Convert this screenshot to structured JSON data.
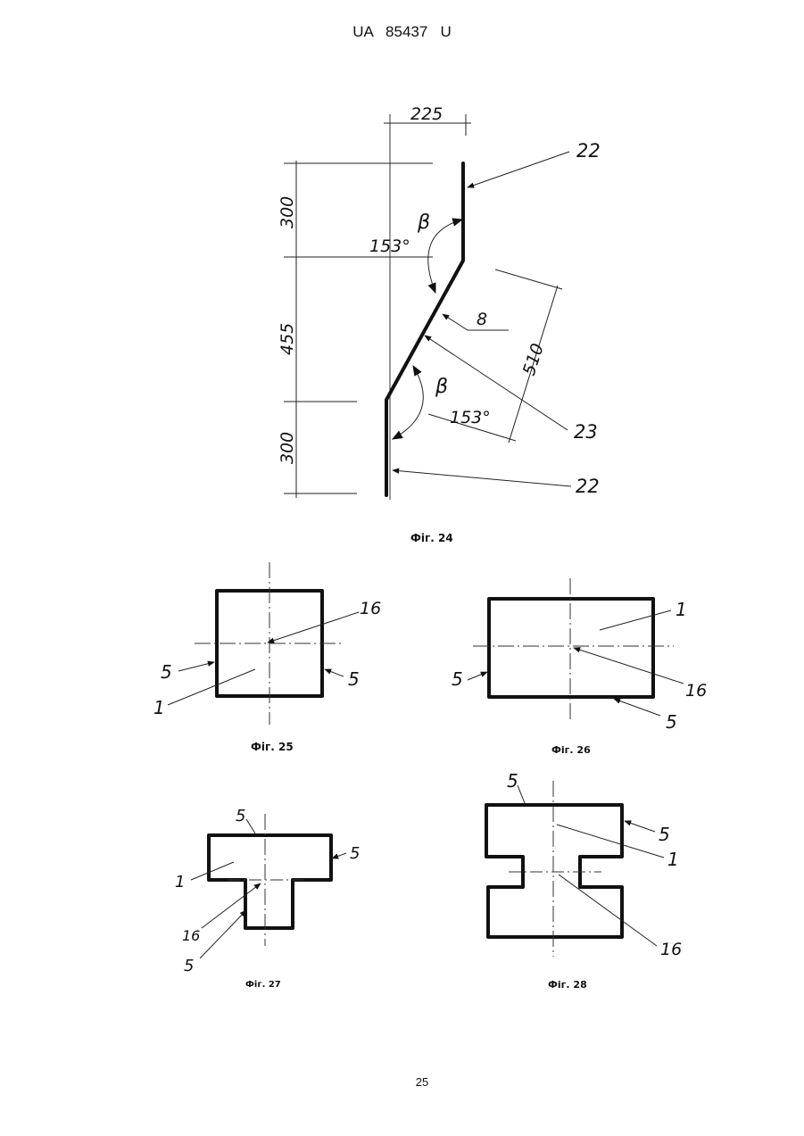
{
  "document": {
    "header": "UA   85437   U",
    "page_number": "25"
  },
  "figures": {
    "fig24": {
      "caption": "Фіг. 24",
      "dim_width": "225",
      "dim_top": "300",
      "dim_middle": "455",
      "dim_bottom": "300",
      "dim_diagonal": "510",
      "angle_top": "153°",
      "angle_bottom": "153°",
      "beta_top": "β",
      "beta_bottom": "β",
      "ref_top": "22",
      "ref_bottom": "22",
      "ref_8": "8",
      "ref_23": "23"
    },
    "fig25": {
      "caption": "Фіг. 25",
      "ref_16": "16",
      "ref_5_left": "5",
      "ref_5_right": "5",
      "ref_1": "1"
    },
    "fig26": {
      "caption": "Фіг. 26",
      "ref_1": "1",
      "ref_5_left": "5",
      "ref_16": "16",
      "ref_5_bottom": "5"
    },
    "fig27": {
      "caption": "Фіг. 27",
      "ref_5_top": "5",
      "ref_5_right": "5",
      "ref_1": "1",
      "ref_16": "16",
      "ref_5_bottom": "5"
    },
    "fig28": {
      "caption": "Фіг. 28",
      "ref_5_top": "5",
      "ref_5_right": "5",
      "ref_1": "1",
      "ref_16": "16"
    }
  }
}
